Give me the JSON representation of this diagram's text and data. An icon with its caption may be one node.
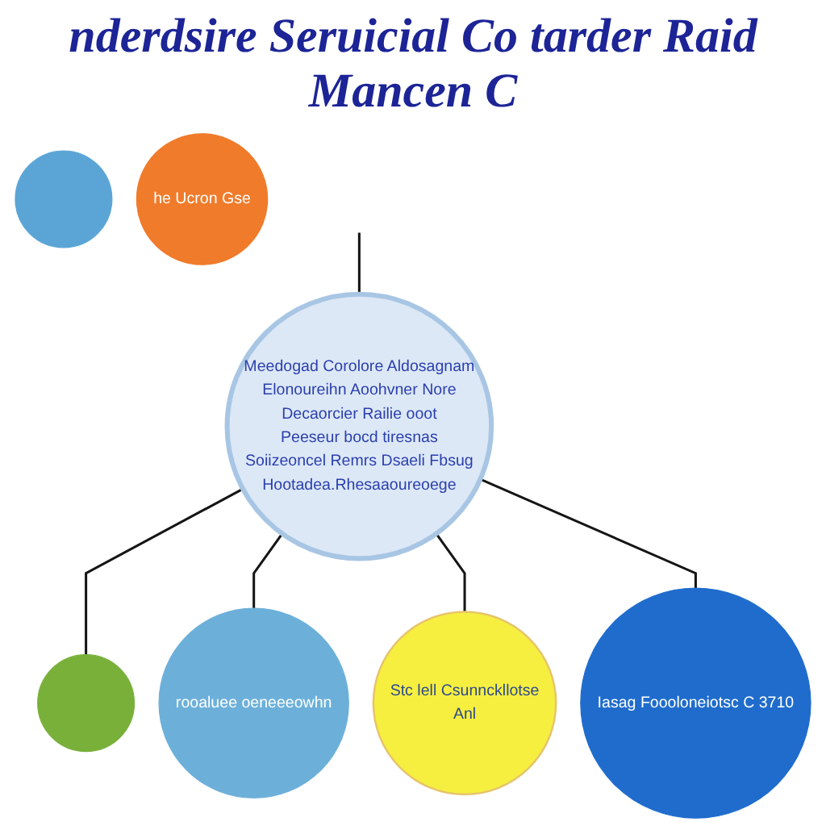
{
  "diagram": {
    "title": "nderdsire Seruicial Co tarder Raid Mancen C",
    "nodes": [
      {
        "text": [
          "Meedogad Corolore Aldosagnam",
          "Elonoureihn Aoohvner Nore",
          "Decaorcier Railie ooot",
          "Peeseur bocd tiresnas",
          "Soiizeoncel Remrs Dsaeli Fbsug",
          "Hootadea.Rhesaaoureoege"
        ]
      },
      {
        "text": [],
        "shape": "circle"
      },
      {
        "text": [],
        "shape": "circle"
      },
      {
        "text": [
          "he Ucron Gse"
        ]
      },
      {
        "text": [
          "rooaluee oeneeeowhn"
        ]
      },
      {
        "text": [
          "Stc lell Csunnckllotse",
          "Anl"
        ]
      },
      {
        "text": [
          "Iasag Foooloneiotsc C 3710"
        ]
      }
    ],
    "edges": [
      {
        "from": 0,
        "to": 2,
        "arrow": "none"
      },
      {
        "from": null,
        "to": 0,
        "arrow": "none"
      },
      {
        "from": 0,
        "to": 4,
        "arrow": "none"
      },
      {
        "from": 0,
        "to": 5,
        "arrow": "none"
      },
      {
        "from": 0,
        "to": 6,
        "arrow": "none"
      }
    ]
  }
}
